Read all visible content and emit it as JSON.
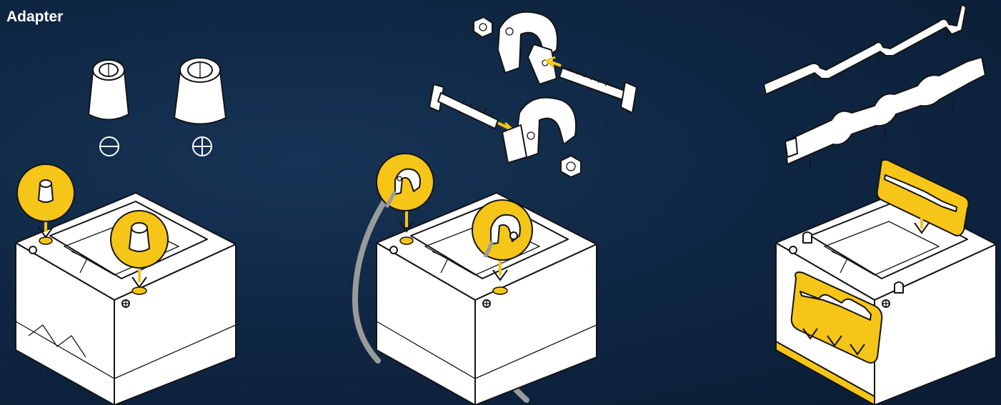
{
  "colors": {
    "background": "#0f2744",
    "highlight": "#f5c518",
    "line": "#141414",
    "cable": "#9a9a9a"
  },
  "adapter_panel": {
    "title": "Adapter",
    "negative_symbol": "minus-circle",
    "positive_symbol": "plus-circle"
  },
  "icons": [
    "battery",
    "terminal-adapter",
    "terminal-clamp",
    "bolt",
    "nut",
    "cable",
    "mounting-bracket",
    "arrow-down",
    "arrow-left"
  ]
}
